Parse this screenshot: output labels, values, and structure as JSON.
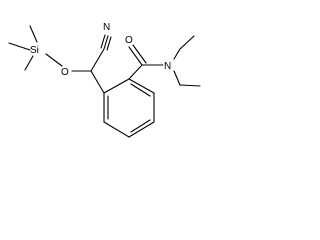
{
  "structure": {
    "atom_labels": {
      "nitrile_n": "N",
      "ether_o": "O",
      "silicon": "Si",
      "carbonyl_o": "O",
      "amide_n": "N"
    },
    "colors": {
      "bond": "#000000",
      "label": "#000000",
      "background": "#ffffff"
    }
  }
}
